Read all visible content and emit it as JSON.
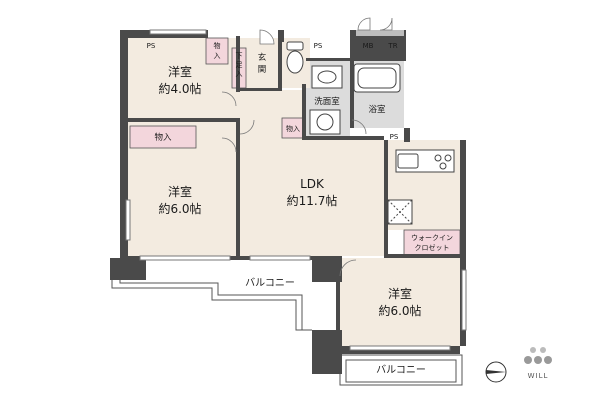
{
  "rooms": {
    "western_top": {
      "name": "洋室",
      "size": "約4.0帖"
    },
    "western_mid": {
      "name": "洋室",
      "size": "約6.0帖"
    },
    "ldk": {
      "name": "LDK",
      "size": "約11.7帖"
    },
    "western_bottom": {
      "name": "洋室",
      "size": "約6.0帖"
    },
    "washroom": {
      "name": "洗面室"
    },
    "bathroom": {
      "name": "浴室"
    },
    "entrance": {
      "name": "玄関"
    },
    "shoe_storage": {
      "name": "下足入"
    },
    "storage_top": {
      "name": "物入"
    },
    "storage_mid": {
      "name": "物入"
    },
    "storage_wash": {
      "name": "物入"
    },
    "walkin_closet": {
      "line1": "ウォークイン",
      "line2": "クロゼット"
    }
  },
  "fixtures": {
    "ps_top_left": "PS",
    "ps_toilet": "PS",
    "ps_kitchen": "PS",
    "mb": "MB",
    "tr": "TR"
  },
  "balconies": {
    "upper": "バルコニー",
    "lower": "バルコニー"
  },
  "brand": {
    "name": "WILL"
  },
  "colors": {
    "wall": "#4a4a4a",
    "floor": "#f3ebe0",
    "storage_pink": "#f3d6dc",
    "water_area": "#dcdcdc",
    "line": "#555555"
  }
}
